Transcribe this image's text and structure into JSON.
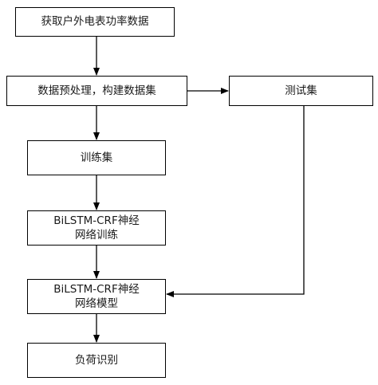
{
  "nodes": {
    "acquire": "获取户外电表功率数据",
    "preprocess": "数据预处理，构建数据集",
    "test_set": "测试集",
    "train_set": "训练集",
    "train_model": "BiLSTM-CRF神经网络训练",
    "model": "BiLSTM-CRF神经网络模型",
    "recognize": "负荷识别"
  },
  "colors": {
    "stroke": "#000000",
    "background": "#ffffff"
  }
}
